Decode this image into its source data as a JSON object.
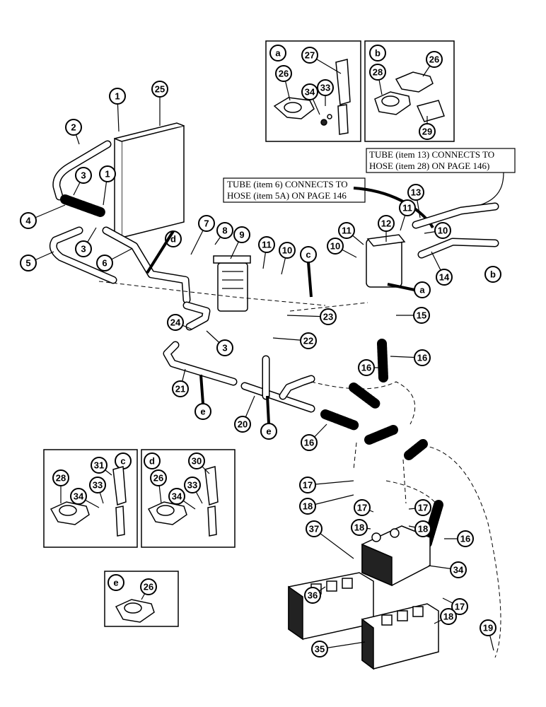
{
  "notes": {
    "tube13": [
      "TUBE (item 13) CONNECTS TO",
      "HOSE (item 28) ON PAGE 146)"
    ],
    "tube6": [
      "TUBE (item  6) CONNECTS TO",
      "HOSE (item 5A) ON PAGE 146"
    ]
  },
  "detail_labels": [
    "a",
    "b",
    "c",
    "d",
    "e"
  ],
  "reference_labels": {
    "d_main": "d",
    "c_main": "c",
    "a_main": "a",
    "b_main": "b",
    "e_tube21": "e",
    "e_tee": "e"
  },
  "callouts": [
    "1",
    "25",
    "2",
    "3",
    "1",
    "4",
    "3",
    "5",
    "6",
    "7",
    "8",
    "9",
    "11",
    "10",
    "27",
    "26",
    "34",
    "33",
    "26",
    "28",
    "29",
    "13",
    "12",
    "11",
    "11",
    "10",
    "10",
    "14",
    "15",
    "24",
    "3",
    "23",
    "22",
    "16",
    "16",
    "21",
    "20",
    "16",
    "17",
    "18",
    "17",
    "17",
    "18",
    "18",
    "16",
    "37",
    "34",
    "36",
    "17",
    "18",
    "35",
    "19",
    "31",
    "28",
    "34",
    "33",
    "30",
    "26",
    "34",
    "33",
    "26"
  ]
}
